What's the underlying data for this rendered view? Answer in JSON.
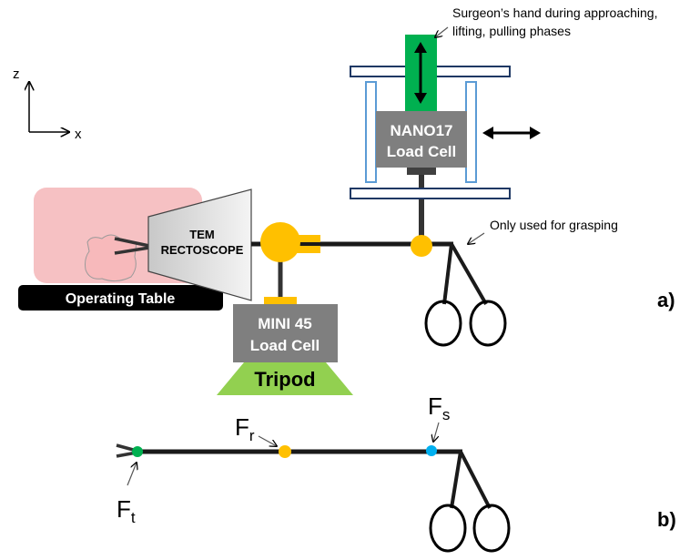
{
  "axes": {
    "z": "z",
    "x": "x"
  },
  "annotations": {
    "surgeon_line1": "Surgeon’s hand during approaching,",
    "surgeon_line2": "lifting, pulling phases",
    "grasping": "Only used for grasping"
  },
  "components": {
    "nano_line1": "NANO17",
    "nano_line2": "Load Cell",
    "tem_line1": "TEM",
    "tem_line2": "RECTOSCOPE",
    "table": "Operating Table",
    "mini_line1": "MINI 45",
    "mini_line2": "Load Cell",
    "tripod": "Tripod"
  },
  "panels": {
    "a": "a)",
    "b": "b)"
  },
  "forces": {
    "ft": {
      "base": "F",
      "sub": "t"
    },
    "fr": {
      "base": "F",
      "sub": "r"
    },
    "fs": {
      "base": "F",
      "sub": "s"
    }
  },
  "colors": {
    "rod": "#1a1a1a",
    "gray_box": "#7f7f7f",
    "orange": "#ffc000",
    "green_hand": "#00b050",
    "tripod": "#92d050",
    "frame": "#1f3864",
    "frame_post": "#9dc3e6",
    "force_green": "#00b050",
    "force_blue": "#00b0f0",
    "table_pink": "#f4b6b8"
  }
}
